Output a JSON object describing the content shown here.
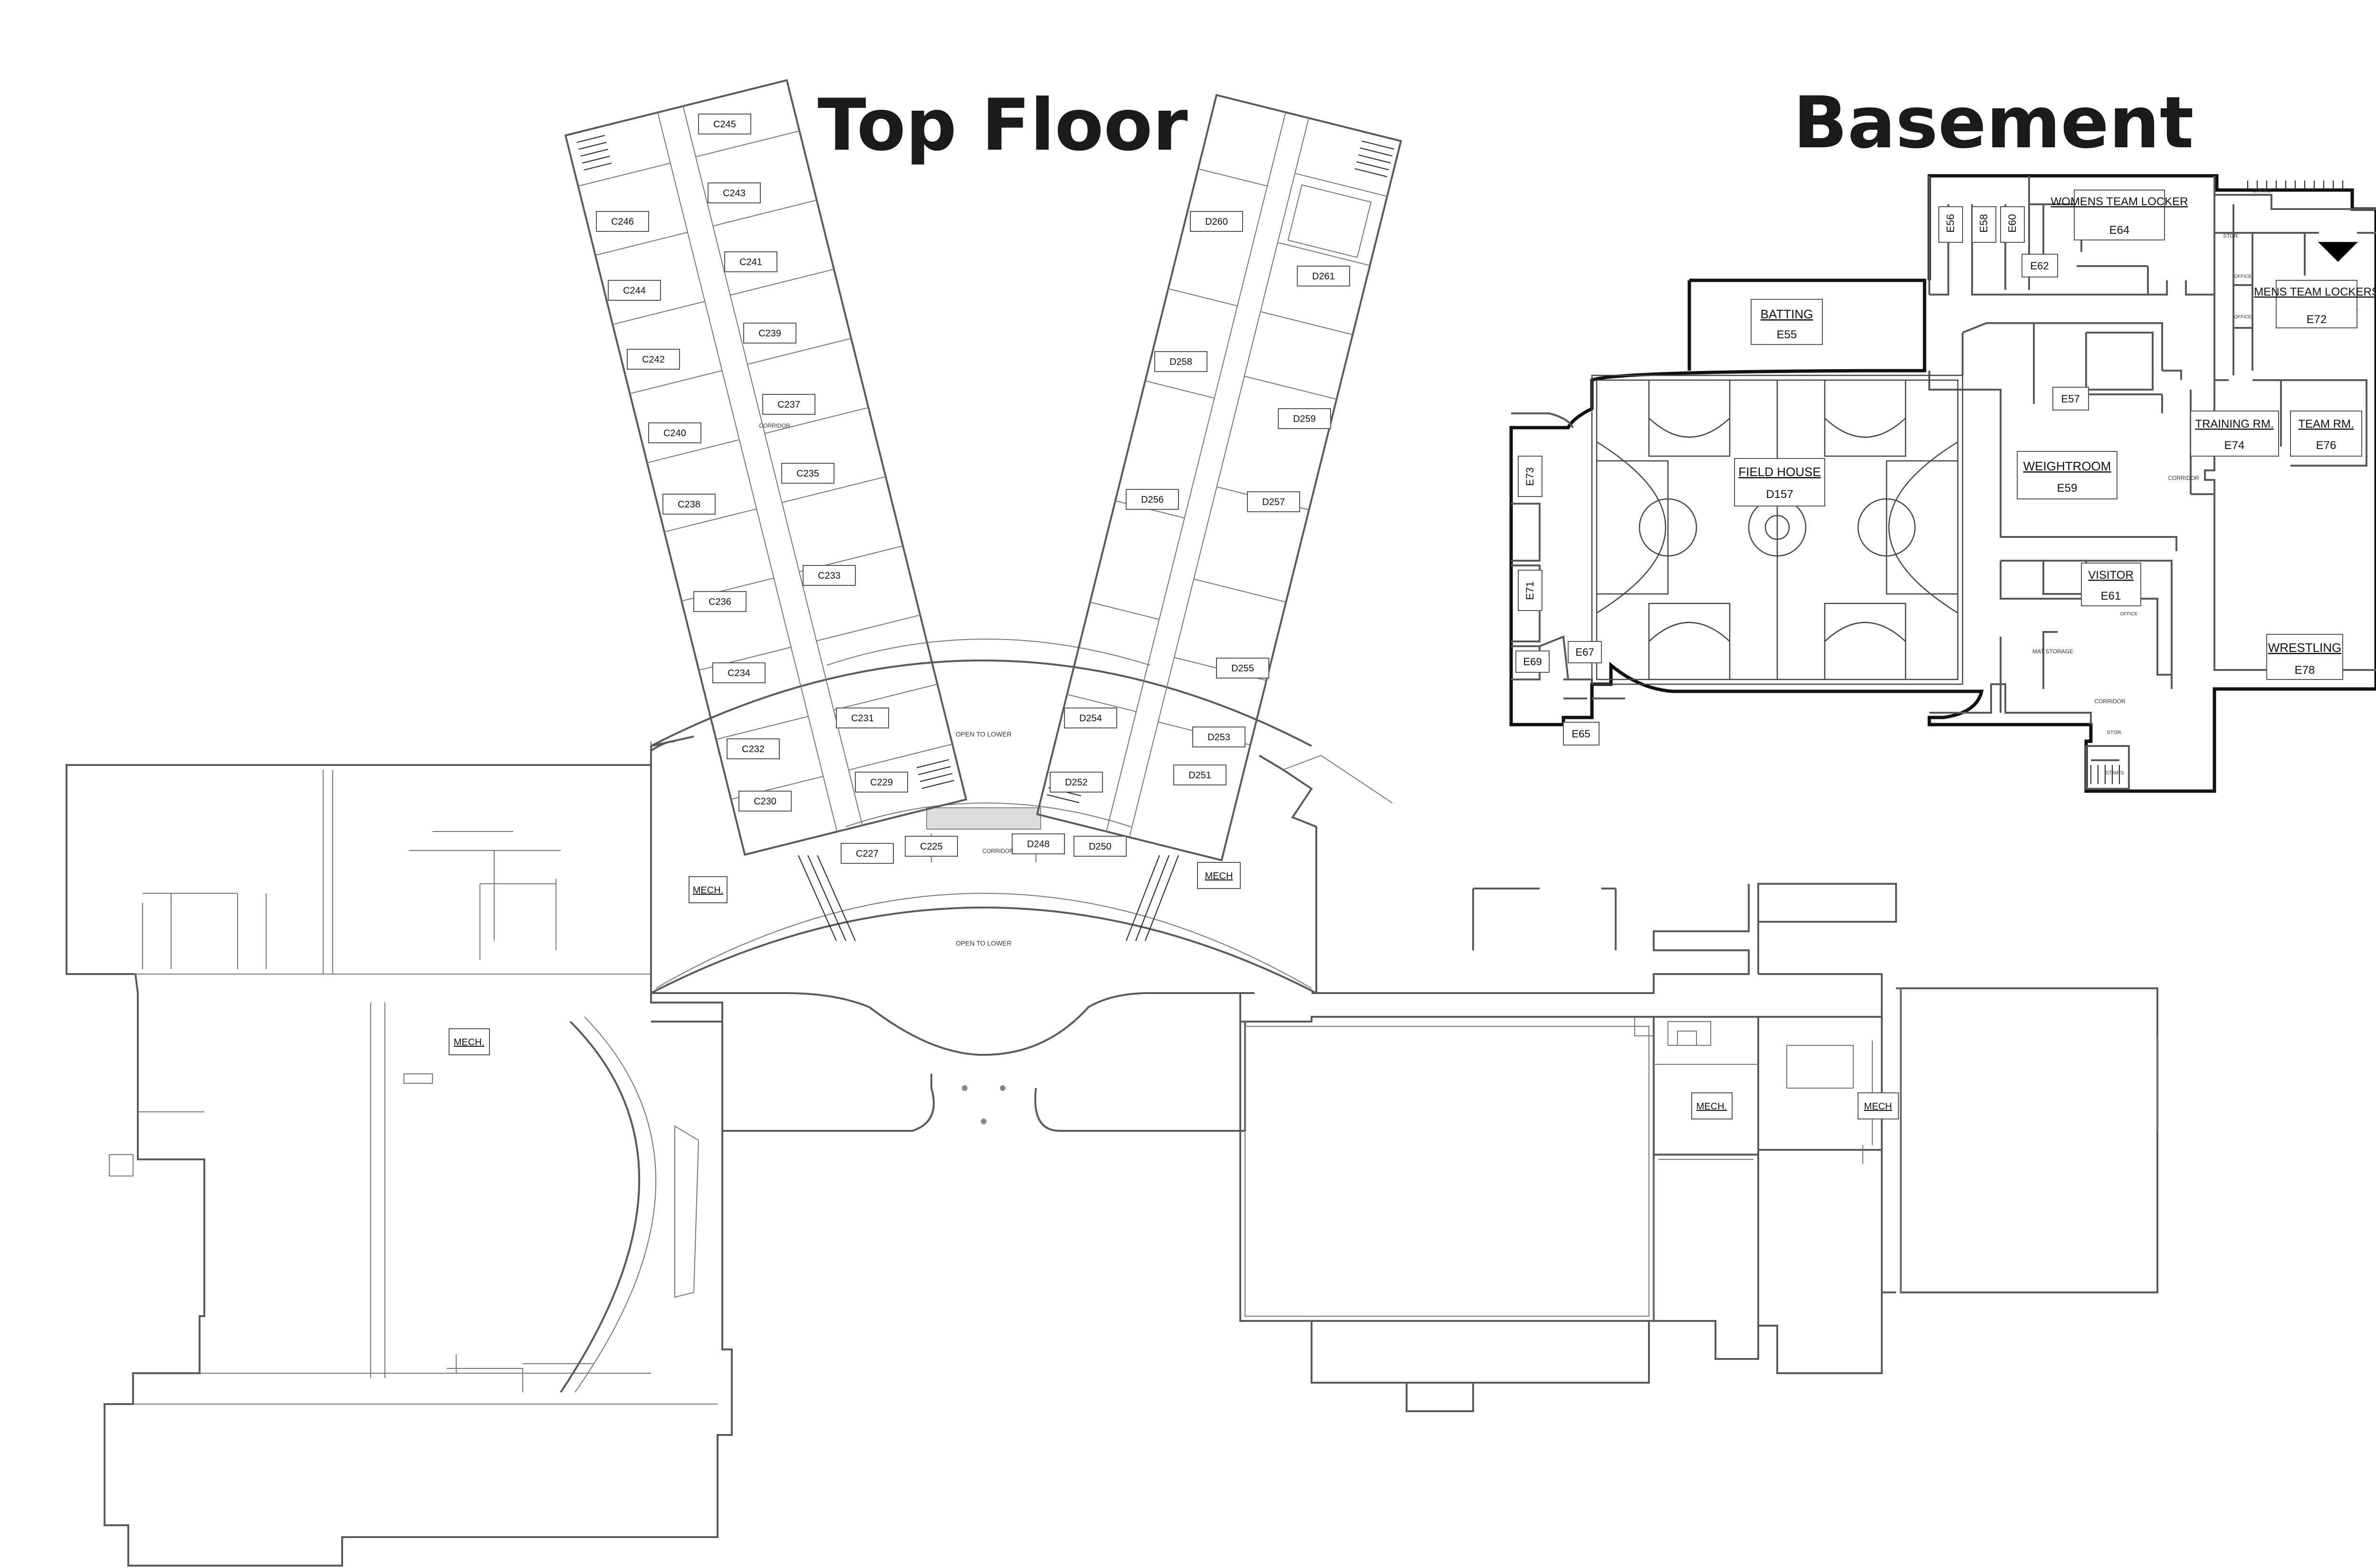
{
  "titles": {
    "top_floor": "Top Floor",
    "basement": "Basement"
  },
  "left_wing_rooms": [
    "C245",
    "C243",
    "C246",
    "C241",
    "C244",
    "C239",
    "C242",
    "C237",
    "C240",
    "C235",
    "C238",
    "C233",
    "C236",
    "C231",
    "C234",
    "C229",
    "C232",
    "C227",
    "C230",
    "C225"
  ],
  "right_wing_rooms": [
    "D260",
    "D261",
    "D258",
    "D259",
    "D256",
    "D257",
    "D255",
    "D254",
    "D253",
    "D252",
    "D251",
    "D250",
    "D248"
  ],
  "mech_labels": [
    "MECH.",
    "MECH",
    "MECH.",
    "MECH.",
    "MECH"
  ],
  "corridor_labels": [
    "CORRIDOR",
    "CORRIDOR"
  ],
  "basement_rooms": {
    "womens_team_locker": "WOMENS TEAM LOCKER",
    "e64": "E64",
    "mens_team_lockers": "MENS TEAM LOCKERS",
    "e72": "E72",
    "batting": "BATTING",
    "e55": "E55",
    "field_house": "FIELD HOUSE",
    "d157": "D157",
    "weightroom": "WEIGHTROOM",
    "e59": "E59",
    "training_rm": "TRAINING RM.",
    "e74": "E74",
    "team_rm": "TEAM RM.",
    "e76": "E76",
    "visitor": "VISITOR",
    "e61": "E61",
    "wrestling": "WRESTLING",
    "e78": "E78",
    "e56": "E56",
    "e58": "E58",
    "e60": "E60",
    "e62": "E62",
    "e57": "E57",
    "e73": "E73",
    "e71": "E71",
    "e69": "E69",
    "e67": "E67",
    "e65": "E65",
    "corridor": "CORRIDOR",
    "mat_storage": "MAT STORAGE",
    "stairs": "STAIRS",
    "office": "OFFICE",
    "stor": "STOR."
  }
}
